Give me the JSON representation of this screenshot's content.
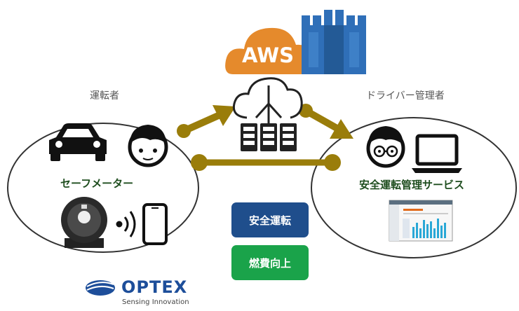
{
  "aws": {
    "label": "AWS"
  },
  "driver": {
    "title": "運転者",
    "device_label": "セーフメーター"
  },
  "manager": {
    "title": "ドライバー管理者",
    "service_label": "安全運転管理サービス"
  },
  "badges": {
    "safe_driving": "安全運転",
    "fuel_efficiency": "燃費向上"
  },
  "brand": {
    "name": "OPTEX",
    "tagline": "Sensing Innovation"
  },
  "colors": {
    "connector": "#9a7d0a",
    "aws_orange": "#e58a2c",
    "aws_blue": "#2f6fb8",
    "badge_blue": "#1f4e8c",
    "badge_green": "#1aa34a",
    "brand_blue": "#1d4e9a"
  }
}
